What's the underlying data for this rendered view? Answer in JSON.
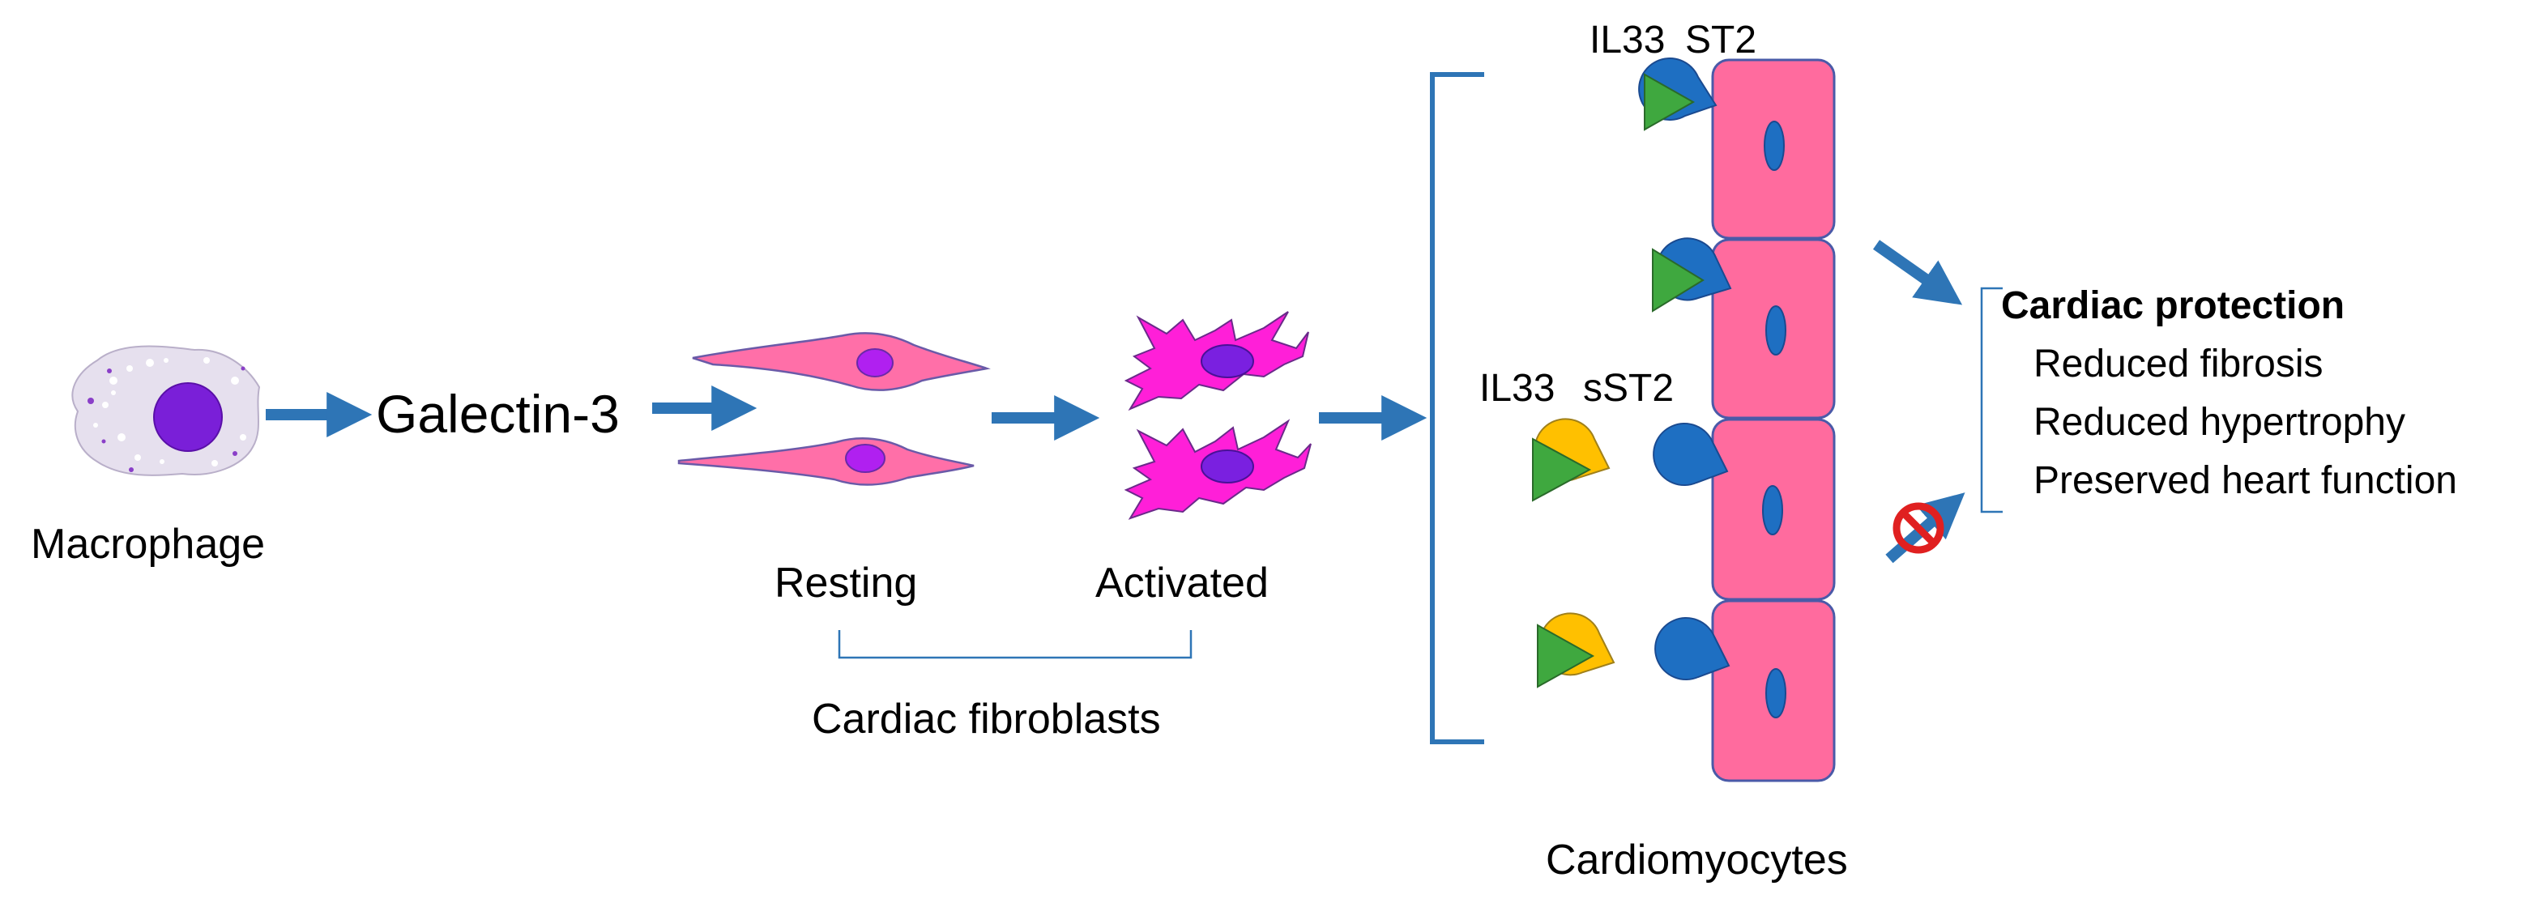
{
  "labels": {
    "macrophage": "Macrophage",
    "galectin": "Galectin-3",
    "resting": "Resting",
    "activated": "Activated",
    "fibroblasts": "Cardiac fibroblasts",
    "il33_top": "IL33",
    "st2_top": "ST2",
    "il33_mid": "IL33",
    "sst2": "sST2",
    "cardiomyocytes": "Cardiomyocytes"
  },
  "outcome": {
    "heading": "Cardiac protection",
    "items": [
      "Reduced fibrosis",
      "Reduced hypertrophy",
      "Preserved heart function"
    ]
  },
  "colors": {
    "arrow": "#2E75B6",
    "macrophage_body": "#E6E0EE",
    "macrophage_nucleus": "#7A1FD8",
    "fibroblast_resting": "#FF6FA8",
    "fibroblast_activated": "#FF1FD8",
    "fibroblast_nucleus": "#B020F0",
    "cardiomyocyte": "#FF6B9E",
    "receptor_st2": "#1E6FC2",
    "receptor_sst2": "#FFC000",
    "ligand_il33": "#3FA83F",
    "inhibit": "#E02020"
  }
}
